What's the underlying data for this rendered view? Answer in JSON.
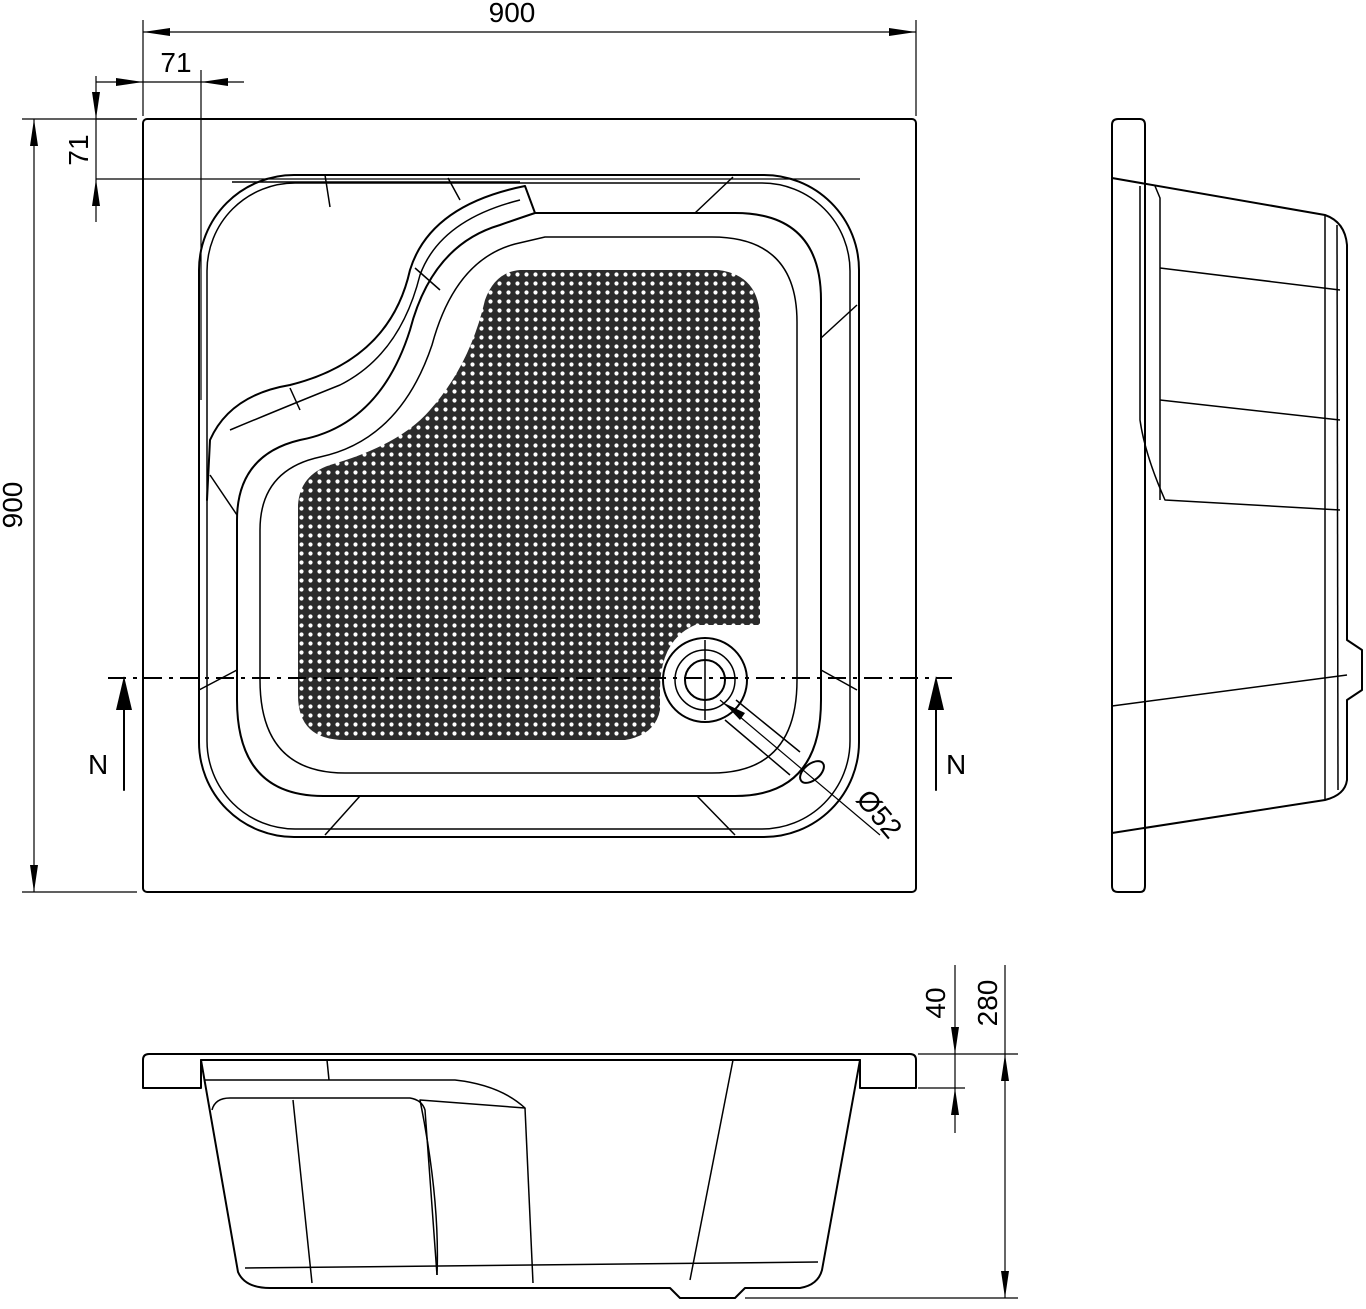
{
  "dimensions": {
    "overall_width": "900",
    "overall_depth": "900",
    "rim_width_top": "71",
    "rim_width_side": "71",
    "drain_diameter": "Ø52",
    "rim_height": "40",
    "total_height": "280"
  },
  "section_marks": {
    "left": "N",
    "right": "N"
  },
  "colors": {
    "line": "#000000",
    "background": "#ffffff",
    "texture": "#2b2b2b"
  }
}
